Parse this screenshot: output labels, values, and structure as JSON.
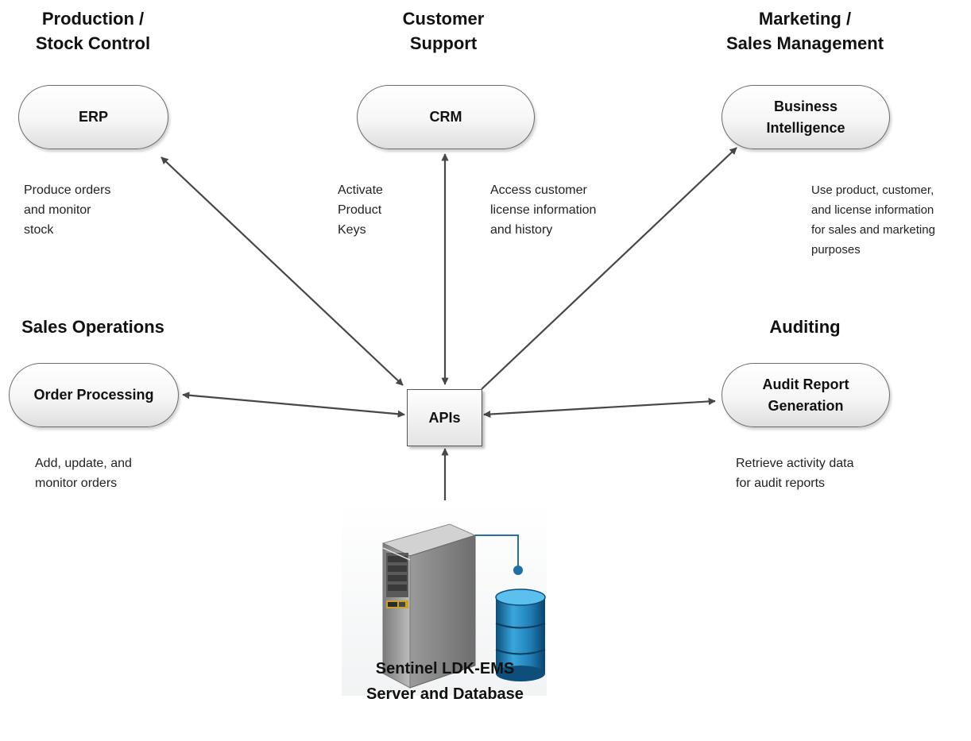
{
  "headings": {
    "production": [
      "Production /",
      "Stock Control"
    ],
    "support": [
      "Customer",
      "Support"
    ],
    "marketing": [
      "Marketing /",
      "Sales Management"
    ],
    "sales_ops": [
      "Sales Operations"
    ],
    "auditing": [
      "Auditing"
    ]
  },
  "nodes": {
    "erp": [
      "ERP"
    ],
    "crm": [
      "CRM"
    ],
    "bi": [
      "Business",
      "Intelligence"
    ],
    "order": [
      "Order Processing"
    ],
    "audit": [
      "Audit Report",
      "Generation"
    ],
    "apis": "APIs"
  },
  "descriptions": {
    "erp": [
      "Produce orders",
      "and monitor",
      "stock"
    ],
    "crm_activate": [
      "Activate",
      "Product",
      "Keys"
    ],
    "crm_access": [
      "Access customer",
      "license information",
      "and history"
    ],
    "bi": [
      "Use product, customer,",
      "and license information",
      "for sales and marketing",
      "purposes"
    ],
    "order": [
      "Add, update, and",
      "monitor orders"
    ],
    "audit": [
      "Retrieve activity data",
      "for audit reports"
    ]
  },
  "server": {
    "caption": [
      "Sentinel LDK-EMS",
      "Server and Database"
    ]
  },
  "colors": {
    "arrow": "#474747",
    "barrel": "#1f7fb8",
    "server_body": "#8d8d8d",
    "accent": "#c9a227"
  }
}
